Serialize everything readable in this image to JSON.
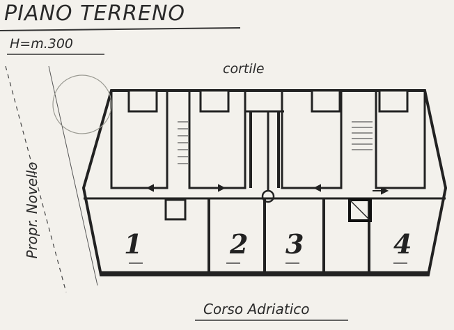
{
  "header": {
    "title": "PIANO TERRENO",
    "height": "H=m.300"
  },
  "labels": {
    "courtyard": "cortile",
    "street_bottom": "Corso Adriatico",
    "street_left": "Propr. Novello"
  },
  "units": [
    "1",
    "2",
    "3",
    "4"
  ]
}
